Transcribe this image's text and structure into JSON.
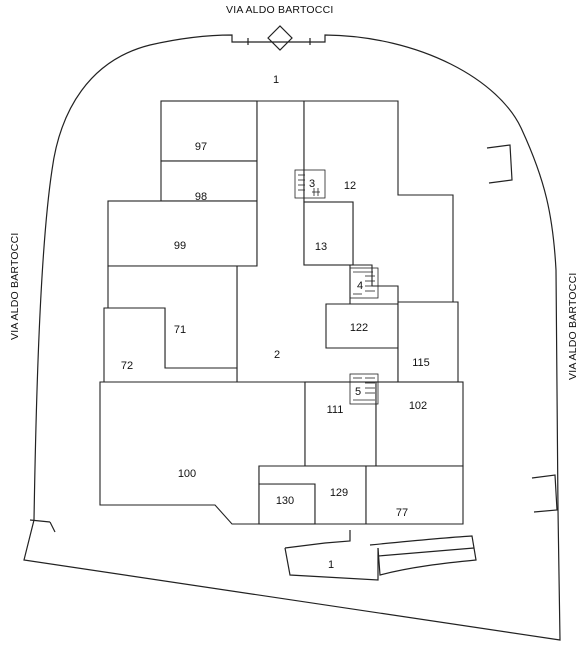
{
  "streets": {
    "top": "VIA ALDO BARTOCCI",
    "left": "VIA ALDO BARTOCCI",
    "right": "VIA ALDO BARTOCCI"
  },
  "units": {
    "u1_top": "1",
    "u1_bottom": "1",
    "u97": "97",
    "u98": "98",
    "u99": "99",
    "u3": "3",
    "u12": "12",
    "u13": "13",
    "u4": "4",
    "u71": "71",
    "u72": "72",
    "u2": "2",
    "u122": "122",
    "u115": "115",
    "u5": "5",
    "u111": "111",
    "u102": "102",
    "u100": "100",
    "u130": "130",
    "u129": "129",
    "u77": "77"
  }
}
